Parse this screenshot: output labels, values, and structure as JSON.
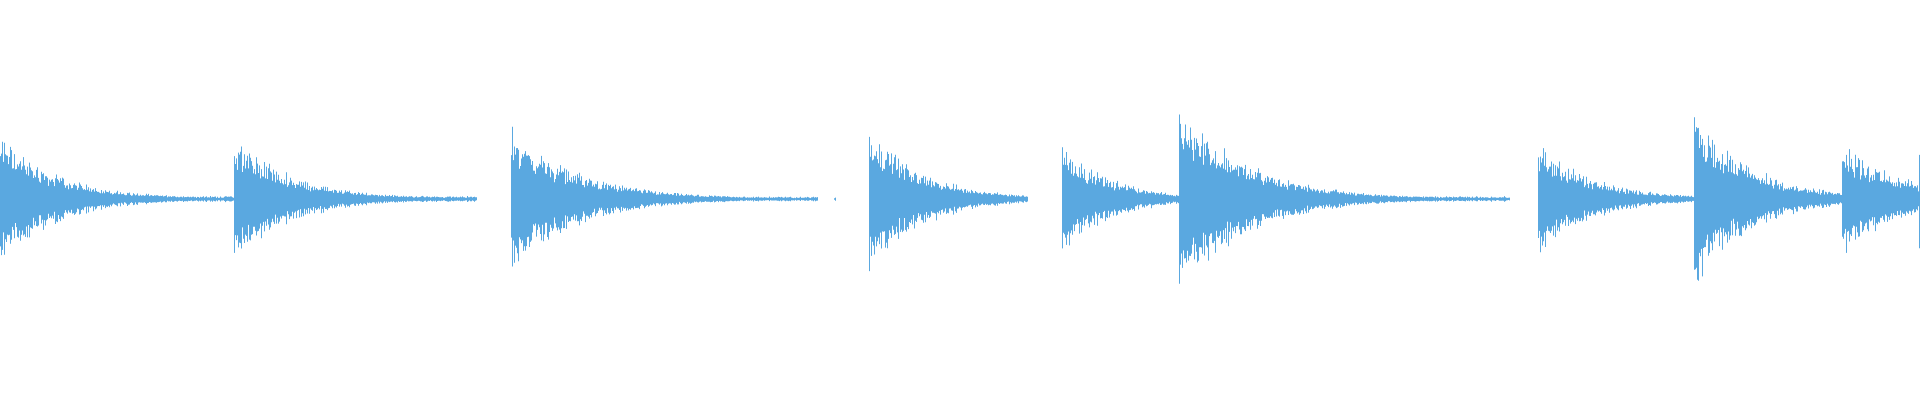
{
  "waveform": {
    "color": "#5aa8e0",
    "background": "#ffffff",
    "duration_fraction_markers_note": "",
    "transients": [
      {
        "t": 0.0,
        "amp": 0.3,
        "decay": 0.03
      },
      {
        "t": 0.1215,
        "amp": 0.3,
        "decay": 0.03
      },
      {
        "t": 0.266,
        "amp": 0.33,
        "decay": 0.035
      },
      {
        "t": 0.4525,
        "amp": 0.33,
        "decay": 0.028
      },
      {
        "t": 0.553,
        "amp": 0.26,
        "decay": 0.025
      },
      {
        "t": 0.614,
        "amp": 0.45,
        "decay": 0.035
      },
      {
        "t": 0.801,
        "amp": 0.26,
        "decay": 0.028
      },
      {
        "t": 0.882,
        "amp": 0.4,
        "decay": 0.03
      },
      {
        "t": 0.959,
        "amp": 0.28,
        "decay": 0.03
      },
      {
        "t": 0.999,
        "amp": 0.26,
        "decay": 0.01
      }
    ],
    "floor_segments": [
      {
        "start": 0.0,
        "end": 0.248,
        "level": 0.01
      },
      {
        "start": 0.266,
        "end": 0.426,
        "level": 0.008
      },
      {
        "start": 0.434,
        "end": 0.435,
        "level": 0.006
      },
      {
        "start": 0.4525,
        "end": 0.535,
        "level": 0.008
      },
      {
        "start": 0.553,
        "end": 0.786,
        "level": 0.009
      },
      {
        "start": 0.801,
        "end": 1.0,
        "level": 0.009
      }
    ]
  }
}
